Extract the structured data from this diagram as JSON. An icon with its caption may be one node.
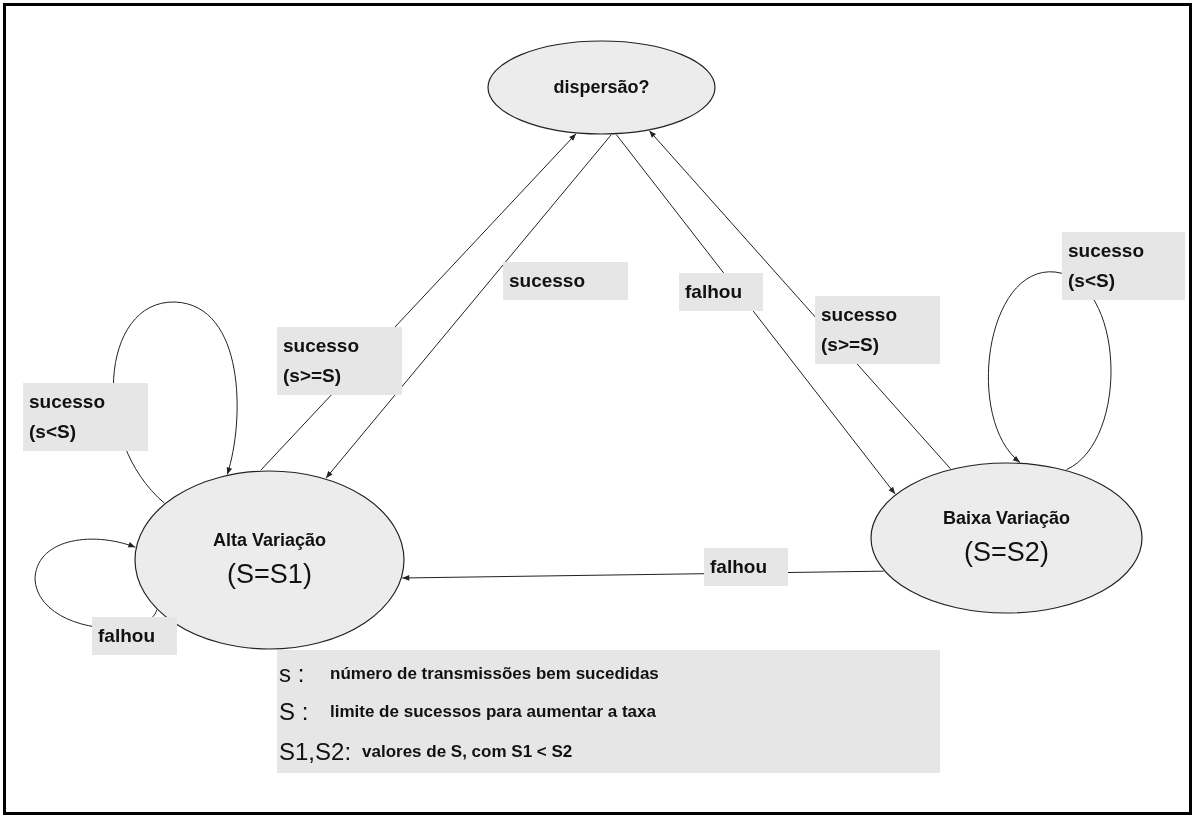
{
  "diagram": {
    "nodes": [
      {
        "text": [
          "dispersão?"
        ]
      },
      {
        "text": [
          "Alta Variação",
          "(S=S1)"
        ]
      },
      {
        "text": [
          "Baixa Variação",
          "(S=S2)"
        ]
      }
    ],
    "edges": [
      {
        "from": 1,
        "to": 0,
        "arrow": "to",
        "label": "sucesso (s>=S)"
      },
      {
        "from": 0,
        "to": 1,
        "arrow": "to",
        "label": "sucesso"
      },
      {
        "from": 0,
        "to": 2,
        "arrow": "to",
        "label": "falhou"
      },
      {
        "from": 2,
        "to": 0,
        "arrow": "to",
        "label": "sucesso (s>=S)"
      },
      {
        "from": 1,
        "to": 1,
        "arrow": "to",
        "label": "sucesso (s<S)"
      },
      {
        "from": 1,
        "to": 1,
        "arrow": "to",
        "label": "falhou"
      },
      {
        "from": 2,
        "to": 2,
        "arrow": "to",
        "label": "sucesso (s<S)"
      },
      {
        "from": 2,
        "to": 1,
        "arrow": "to",
        "label": "falhou"
      }
    ],
    "labels": [
      "s :",
      "número de transmissões bem sucedidas",
      "S :",
      "limite de sucessos para aumentar a taxa",
      "S1,S2:",
      "valores de S, com S1 < S2"
    ]
  }
}
